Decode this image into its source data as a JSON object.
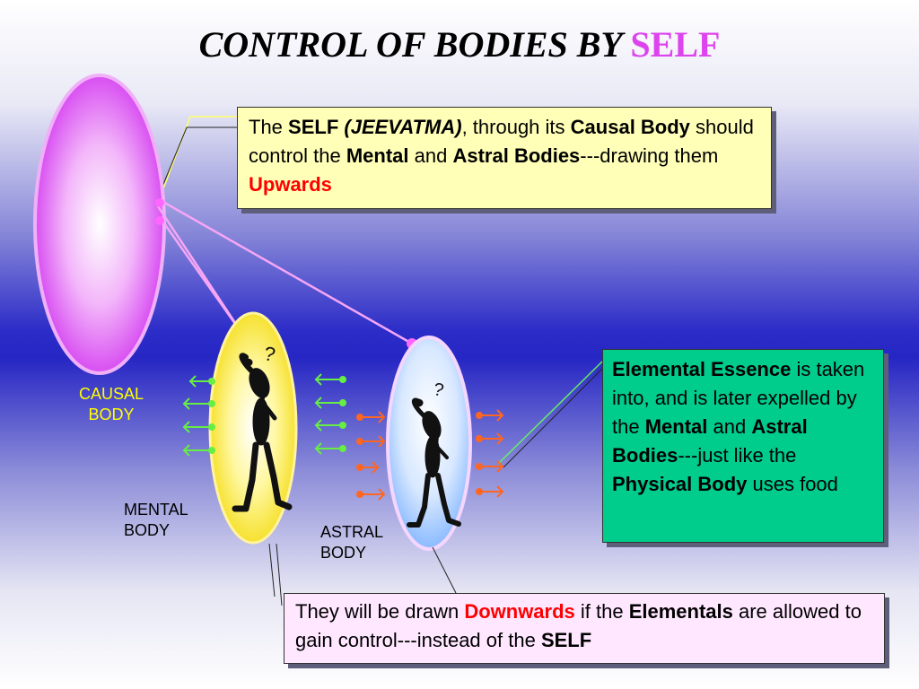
{
  "title": {
    "main": "CONTROL OF BODIES BY",
    "accent": "SELF"
  },
  "callout_top": {
    "t1": "The ",
    "t2": "SELF",
    "t3": " ",
    "t4": "(JEEVATMA)",
    "t5": ", through its ",
    "t6": "Causal Body",
    "t7": " should control the ",
    "t8": "Mental",
    "t9": " and ",
    "t10": "Astral Bodies",
    "t11": "---drawing them ",
    "t12": "Upwards"
  },
  "callout_right": {
    "t1": "Elemental Essence",
    "t2": " is taken into, and is later expelled by the ",
    "t3": "Mental",
    "t4": " and ",
    "t5": "Astral Bodies",
    "t6": "---just like the ",
    "t7": "Physical Body",
    "t8": " uses food"
  },
  "callout_bottom": {
    "t1": "They will be drawn ",
    "t2": "Downwards",
    "t3": " if the ",
    "t4": "Elementals",
    "t5": " are allowed to gain control---instead of the ",
    "t6": "SELF"
  },
  "labels": {
    "causal": [
      "CAUSAL",
      "BODY"
    ],
    "mental": [
      "MENTAL",
      "BODY"
    ],
    "astral": [
      "ASTRAL",
      "BODY"
    ]
  },
  "figures": {
    "question_mark": "?"
  },
  "colors": {
    "causal_body": "#dd33ee",
    "mental_body": "#ffee00",
    "astral_body": "#88bbff",
    "green_arrows": "#66ee44",
    "orange_arrows": "#ff6622",
    "upwards_text": "#ff0000"
  }
}
